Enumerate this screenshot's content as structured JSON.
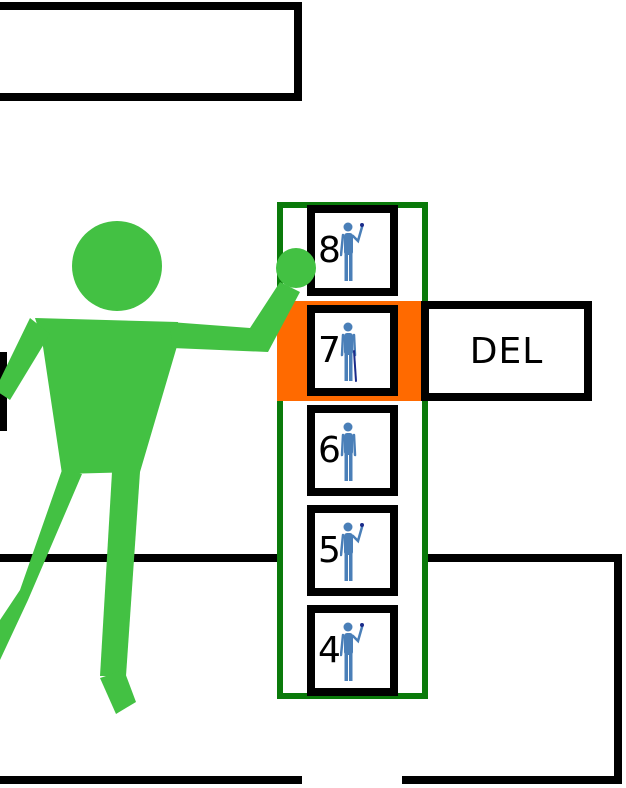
{
  "colors": {
    "shaft_frame": "#0a7a0a",
    "active_floor": "#ff6a00",
    "player": "#43c143",
    "passenger": "#4a7fb8",
    "outline": "#000000"
  },
  "elevator": {
    "floors": [
      {
        "label": "8",
        "pose": "waving"
      },
      {
        "label": "7",
        "pose": "standing-cane",
        "active": true
      },
      {
        "label": "6",
        "pose": "standing"
      },
      {
        "label": "5",
        "pose": "waving"
      },
      {
        "label": "4",
        "pose": "waving"
      }
    ]
  },
  "delete_button": {
    "label": "DEL"
  },
  "icons": {
    "player": "person-pointing-icon",
    "passenger": "person-icon"
  }
}
